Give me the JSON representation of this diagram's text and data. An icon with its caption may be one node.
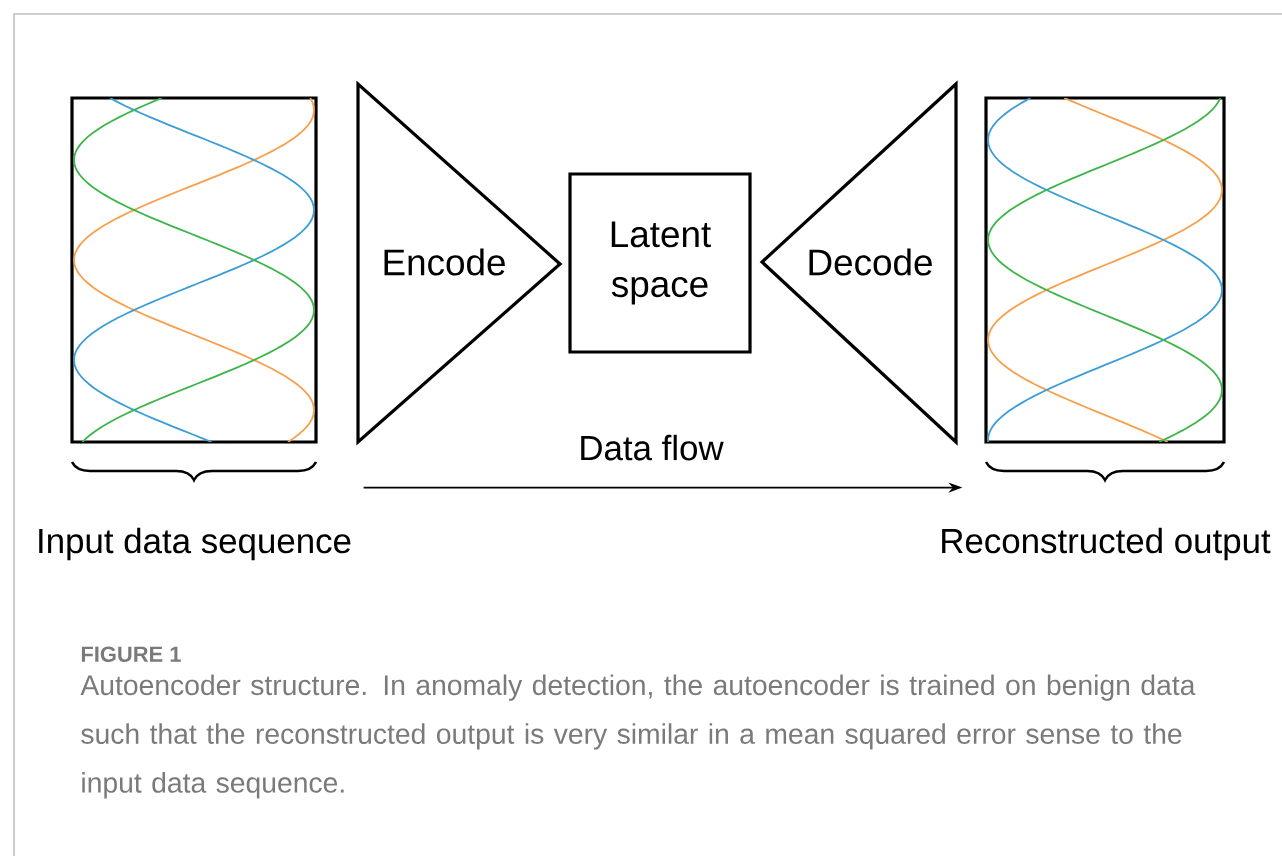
{
  "diagram": {
    "caption": "Autoencoder structure. In anomaly detection, the autoencoder is trained on benign data such that the reconstructed output is very similar in a mean squared error sense to the input data sequence.",
    "nodes": [
      {
        "text": [],
        "shape": "box",
        "beside": [
          "Input data sequence"
        ]
      },
      {
        "text": [
          "Encode"
        ]
      },
      {
        "text": [
          "Latent space"
        ]
      },
      {
        "text": [
          "Decode"
        ]
      },
      {
        "text": [],
        "shape": "box",
        "beside": [
          "Reconstructed output"
        ]
      }
    ],
    "edges": [
      {
        "from": 0,
        "to": 4,
        "arrow": "to",
        "label": "Data flow"
      }
    ],
    "labels": [
      "FIGURE 1"
    ]
  }
}
